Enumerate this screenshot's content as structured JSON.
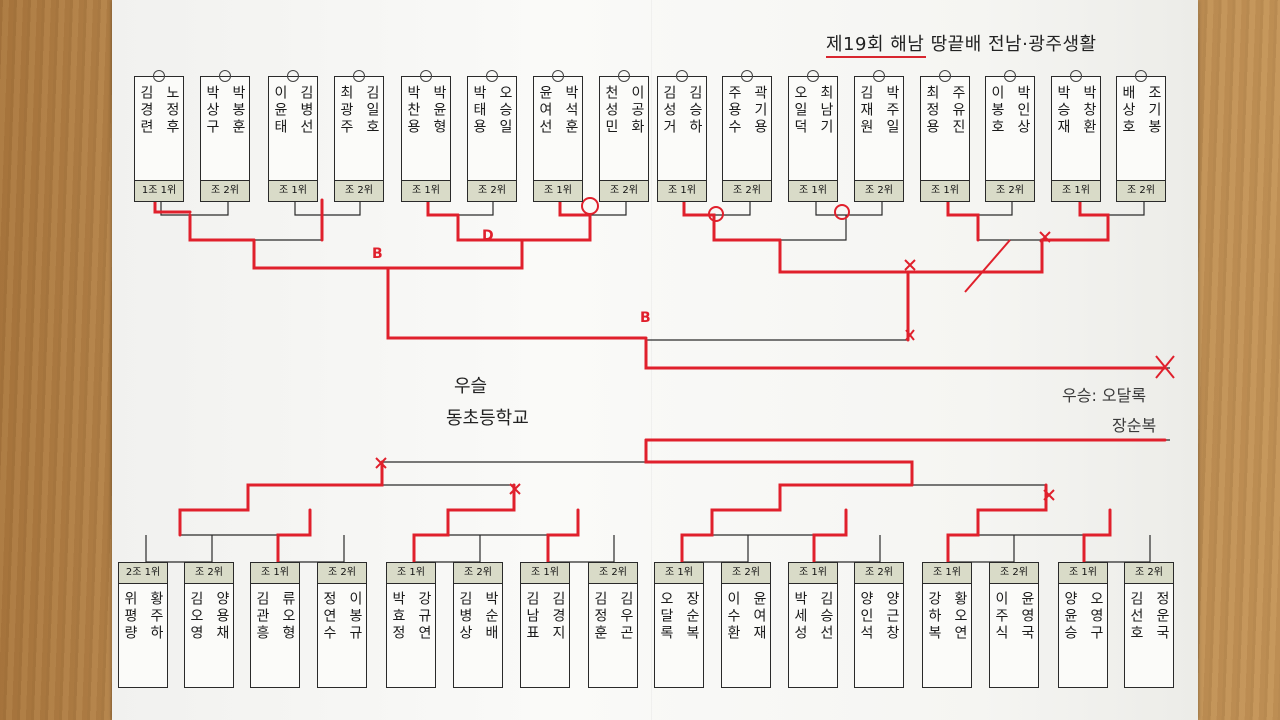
{
  "title": "제19회 해남 땅끝배 전남·광주생활",
  "winner_label": "우슬",
  "winner_team": "동초등학교",
  "champion_note_1": "우승: 오달록",
  "champion_note_2": "장순복",
  "top_cards": [
    {
      "names": [
        "노정후",
        "김경련"
      ],
      "rank": "1조 1위"
    },
    {
      "names": [
        "박봉훈",
        "박상구"
      ],
      "rank": "조 2위"
    },
    {
      "names": [
        "김병선",
        "이윤태"
      ],
      "rank": "조 1위"
    },
    {
      "names": [
        "김일호",
        "최광주"
      ],
      "rank": "조 2위"
    },
    {
      "names": [
        "박윤형",
        "박찬용"
      ],
      "rank": "조 1위"
    },
    {
      "names": [
        "오승일",
        "박태용"
      ],
      "rank": "조 2위"
    },
    {
      "names": [
        "박석훈",
        "윤여선"
      ],
      "rank": "조 1위"
    },
    {
      "names": [
        "이공화",
        "천성민"
      ],
      "rank": "조 2위"
    },
    {
      "names": [
        "김승하",
        "김성거"
      ],
      "rank": "조 1위"
    },
    {
      "names": [
        "곽기용",
        "주용수"
      ],
      "rank": "조 2위"
    },
    {
      "names": [
        "최남기",
        "오일덕"
      ],
      "rank": "조 1위"
    },
    {
      "names": [
        "박주일",
        "김재원"
      ],
      "rank": "조 2위"
    },
    {
      "names": [
        "주유진",
        "최정용"
      ],
      "rank": "조 1위"
    },
    {
      "names": [
        "박인상",
        "이봉호"
      ],
      "rank": "조 2위"
    },
    {
      "names": [
        "박창환",
        "박승재"
      ],
      "rank": "조 1위"
    },
    {
      "names": [
        "조기봉",
        "배상호"
      ],
      "rank": "조 2위"
    }
  ],
  "bottom_cards": [
    {
      "names": [
        "황주하",
        "위평량"
      ],
      "rank": "2조 1위"
    },
    {
      "names": [
        "양용채",
        "김오영"
      ],
      "rank": "조 2위"
    },
    {
      "names": [
        "류오형",
        "김관흥"
      ],
      "rank": "조 1위"
    },
    {
      "names": [
        "이봉규",
        "정연수"
      ],
      "rank": "조 2위"
    },
    {
      "names": [
        "강규연",
        "박효정"
      ],
      "rank": "조 1위"
    },
    {
      "names": [
        "박순배",
        "김병상"
      ],
      "rank": "조 2위"
    },
    {
      "names": [
        "김경지",
        "김남표"
      ],
      "rank": "조 1위"
    },
    {
      "names": [
        "김우곤",
        "김정훈"
      ],
      "rank": "조 2위"
    },
    {
      "names": [
        "장순복",
        "오달록"
      ],
      "rank": "조 1위"
    },
    {
      "names": [
        "윤여재",
        "이수환"
      ],
      "rank": "조 2위"
    },
    {
      "names": [
        "김승선",
        "박세성"
      ],
      "rank": "조 1위"
    },
    {
      "names": [
        "양근창",
        "양인석"
      ],
      "rank": "조 2위"
    },
    {
      "names": [
        "황오연",
        "강하복"
      ],
      "rank": "조 1위"
    },
    {
      "names": [
        "윤영국",
        "이주식"
      ],
      "rank": "조 2위"
    },
    {
      "names": [
        "오영구",
        "양윤승"
      ],
      "rank": "조 1위"
    },
    {
      "names": [
        "정운국",
        "김선호"
      ],
      "rank": "조 2위"
    }
  ]
}
